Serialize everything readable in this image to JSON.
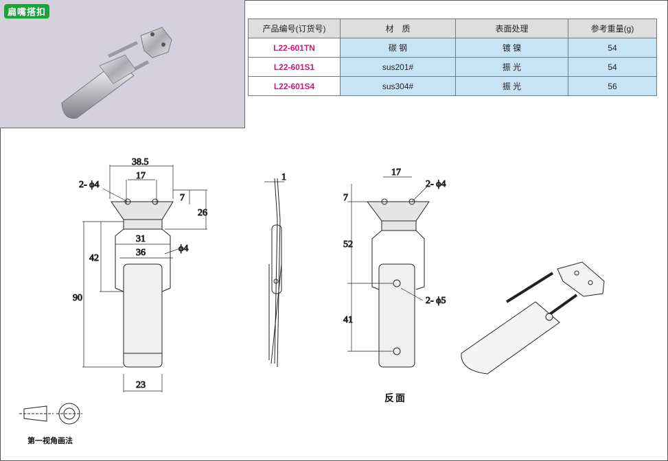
{
  "title_tag": "扁嘴搭扣",
  "table": {
    "headers": [
      "产品编号(订货号)",
      "材　质",
      "表面处理",
      "参考重量(g)"
    ],
    "rows": [
      {
        "code": "L22-601TN",
        "material": "碳 钢",
        "finish": "镀 镍",
        "weight": "54"
      },
      {
        "code": "L22-601S1",
        "material": "sus201#",
        "finish": "振 光",
        "weight": "54"
      },
      {
        "code": "L22-601S4",
        "material": "sus304#",
        "finish": "振 光",
        "weight": "56"
      }
    ]
  },
  "front_view": {
    "dims": {
      "w_total": "38.5",
      "hole_spacing": "17",
      "holes": "2- ϕ4",
      "top_h": "7",
      "plate_h": "26",
      "bail_w": "31",
      "pin_w": "36",
      "pin_hole": "ϕ4",
      "height_42": "42",
      "height_90": "90",
      "width_23": "23"
    }
  },
  "side_view": {
    "thickness": "1"
  },
  "back_view": {
    "dims": {
      "hole_spacing": "17",
      "holes": "2- ϕ4",
      "top_h": "7",
      "h_52": "52",
      "h_41": "41",
      "hole5": "2- ϕ5"
    },
    "caption": "反面"
  },
  "projection": {
    "caption": "第一视角画法"
  }
}
